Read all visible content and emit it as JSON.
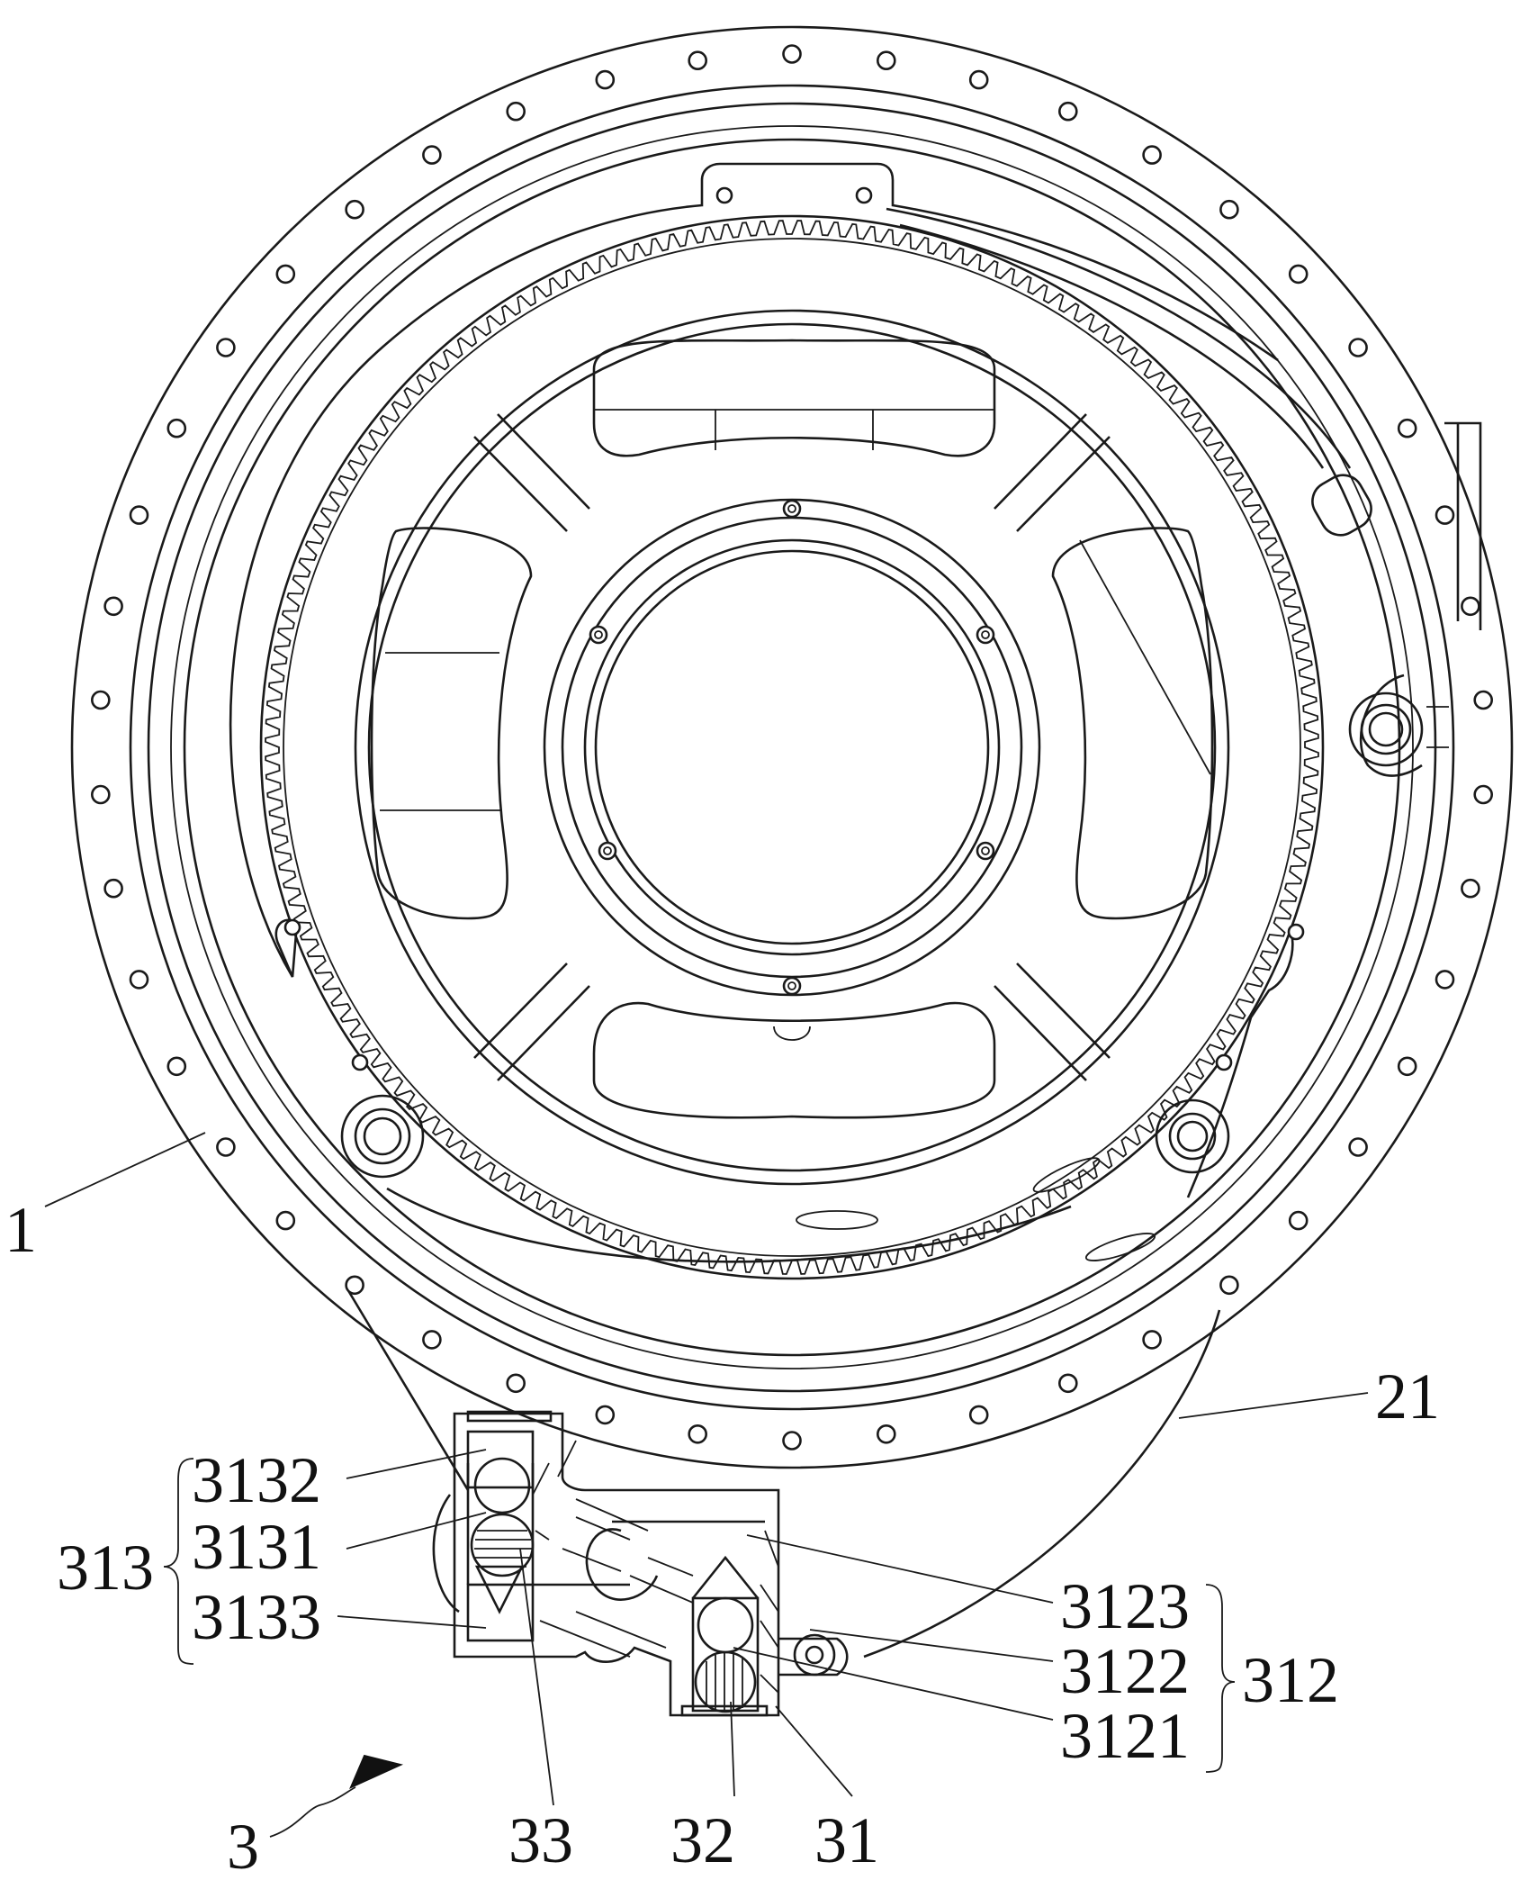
{
  "drawing": {
    "labels": {
      "housing": "1",
      "outer_shell": "21",
      "assembly": "3",
      "body": "31",
      "ball_lower": "32",
      "ball_upper": "33",
      "group_left": "313",
      "group_right": "312",
      "p3132": "3132",
      "p3131": "3131",
      "p3133": "3133",
      "p3123": "3123",
      "p3122": "3122",
      "p3121": "3121"
    },
    "bolt_hole_count_outer": 46,
    "gear_tooth_count": 180
  }
}
